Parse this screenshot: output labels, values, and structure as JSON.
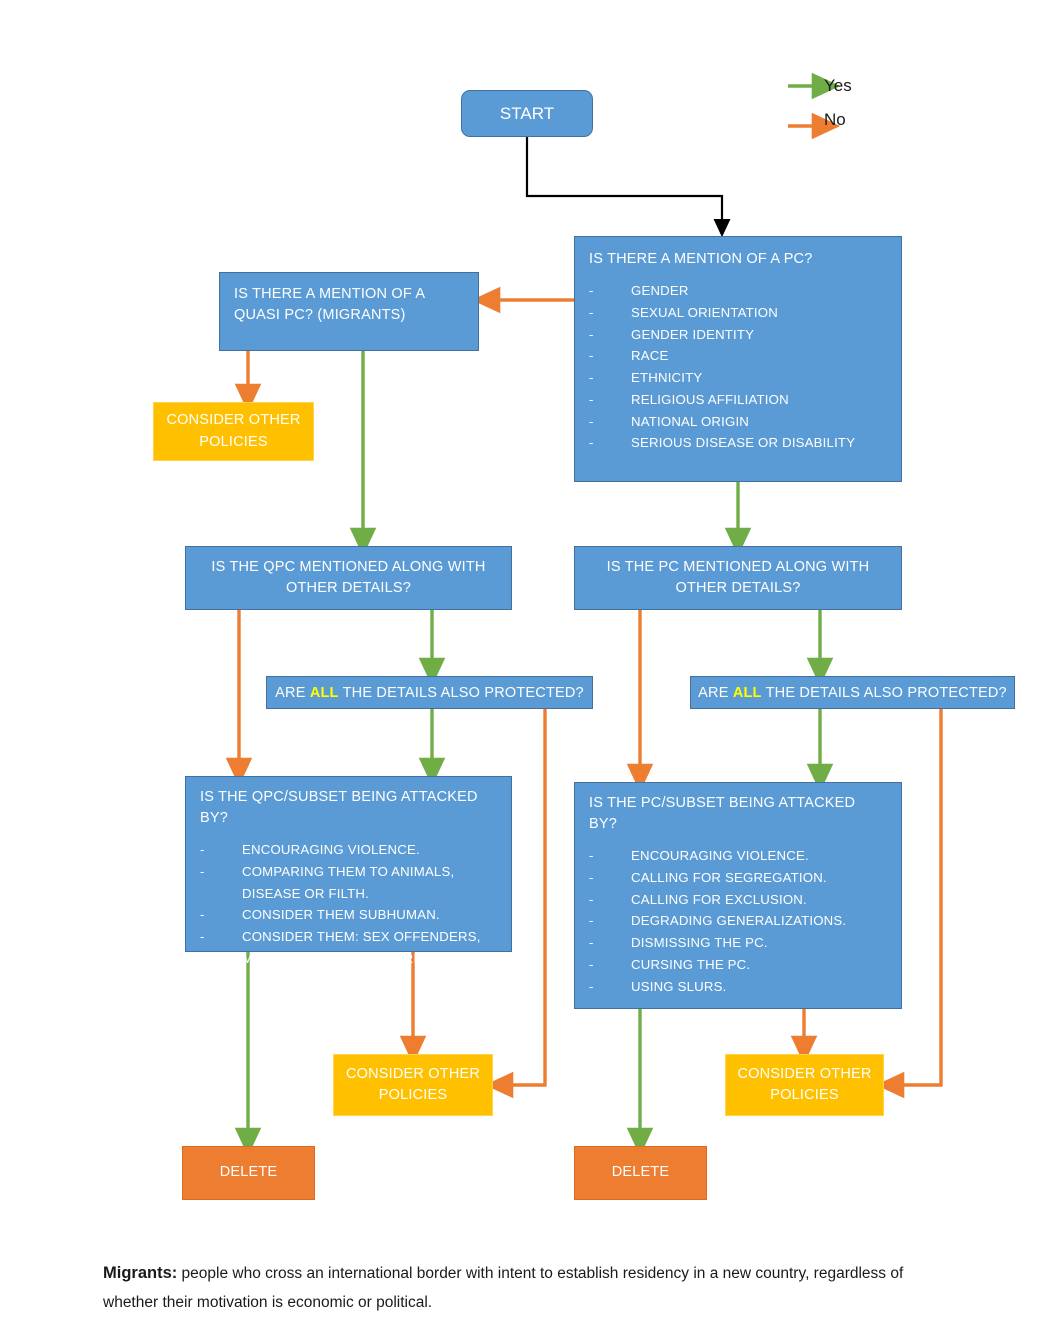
{
  "legend": {
    "yes": {
      "label": "Yes",
      "color": "#70AD47"
    },
    "no": {
      "label": "No",
      "color": "#ED7D31"
    }
  },
  "colors": {
    "blue": "#5B9BD5",
    "yellow": "#FFC000",
    "orange": "#ED7D31",
    "green_arrow": "#70AD47",
    "orange_arrow": "#ED7D31",
    "black_arrow": "#000000",
    "highlight": "#FFFF00"
  },
  "nodes": {
    "start": {
      "label": "START"
    },
    "pc_question": {
      "title": "IS THERE  A MENTION  OF A PC?",
      "items": [
        "GENDER",
        "SEXUAL  ORIENTATION",
        "GENDER IDENTITY",
        "RACE",
        "ETHNICITY",
        "RELIGIOUS AFFILIATION",
        "NATIONAL  ORIGIN",
        "SERIOUS  DISEASE  OR DISABILITY"
      ]
    },
    "qpc_question": {
      "title": "IS THERE  A MENTION  OF A QUASI PC?  (MIGRANTS)"
    },
    "consider_policies_top": {
      "label": "CONSIDER OTHER POLICIES"
    },
    "qpc_details": {
      "title": "IS THE QPC MENTIONED  ALONG  WITH OTHER  DETAILS?"
    },
    "pc_details": {
      "title": "IS THE PC MENTIONED   ALONG WITH OTHER DETAILS?"
    },
    "qpc_all_protected": {
      "pre": "ARE ",
      "all": "ALL",
      "post": " THE DETAILS  ALSO PROTECTED?"
    },
    "pc_all_protected": {
      "pre": "ARE ",
      "all": "ALL",
      "post": " THE DETAILS  ALSO PROTECTED?"
    },
    "qpc_attack": {
      "title": "IS THE QPC/SUBSET  BEING ATTACKED  BY?",
      "items": [
        "ENCOURAGING  VIOLENCE.",
        "COMPARING  THEM  TO  ANIMALS, DISEASE OR FILTH.",
        "CONSIDER THEM SUBHUMAN.",
        "CONSIDER THEM: SEX OFFENDERS, MURDERERS OR TERRORISTS"
      ]
    },
    "pc_attack": {
      "title": "IS THE PC/SUBSET  BEING ATTACKED  BY?",
      "items": [
        "ENCOURAGING  VIOLENCE.",
        "CALLING FOR SEGREGATION.",
        "CALLING FOR EXCLUSION.",
        "DEGRADING  GENERALIZATIONS.",
        "DISMISSING THE PC.",
        "CURSING THE PC.",
        "USING SLURS."
      ]
    },
    "consider_policies_left": {
      "label": "CONSIDER OTHER POLICIES"
    },
    "consider_policies_right": {
      "label": "CONSIDER OTHER POLICIES"
    },
    "delete_left": {
      "label": "DELETE"
    },
    "delete_right": {
      "label": "DELETE"
    }
  },
  "footnote": {
    "term": "Migrants:",
    "text": " people who cross an international border with intent to establish residency in a new country, regardless of whether their motivation is economic or political."
  }
}
